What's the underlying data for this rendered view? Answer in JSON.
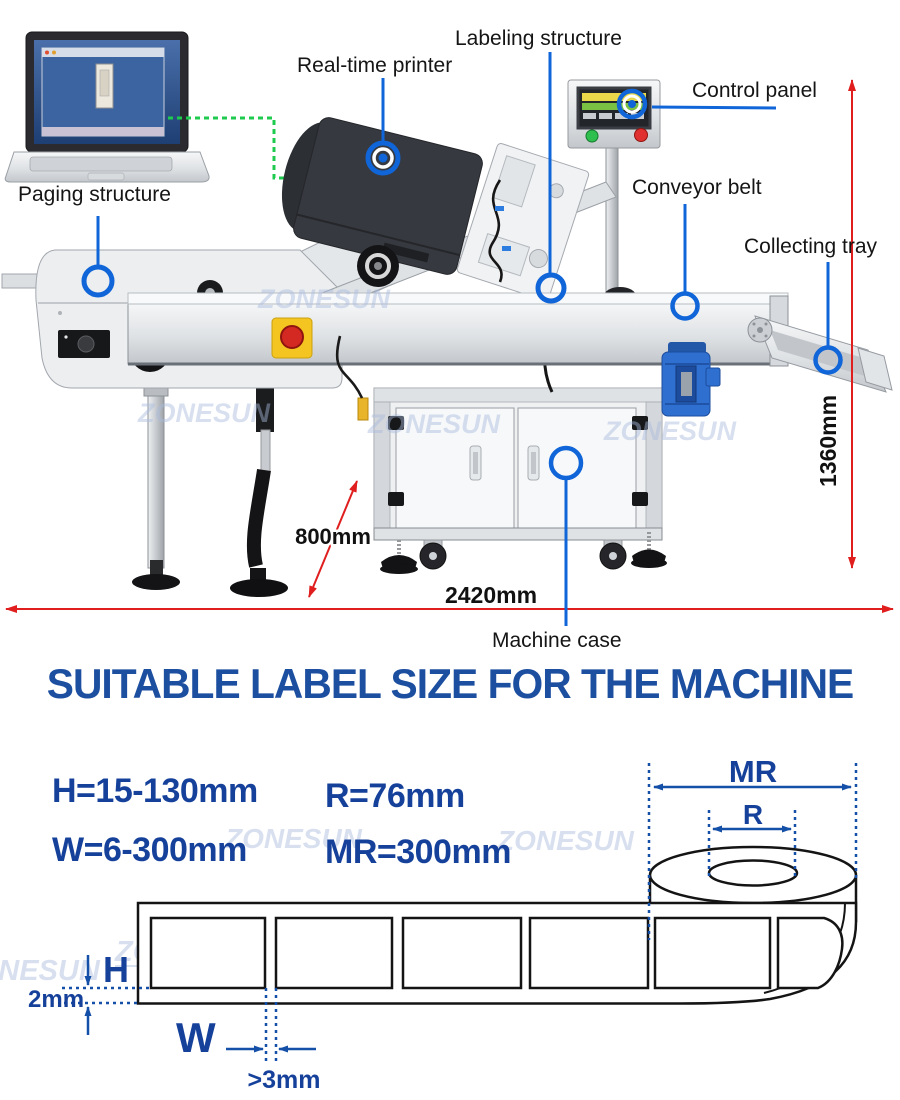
{
  "brand_watermark": "ZONESUN",
  "machine_callouts": {
    "paging": "Paging structure",
    "printer": "Real-time printer",
    "labeling": "Labeling structure",
    "control": "Control panel",
    "conveyor": "Conveyor belt",
    "tray": "Collecting tray",
    "case": "Machine case"
  },
  "dimensions": {
    "machine_height": "1360mm",
    "machine_length": "2420mm",
    "case_height": "800mm"
  },
  "label_size_section": {
    "title": "SUITABLE LABEL SIZE FOR THE MACHINE",
    "specs": {
      "h": "H=15-130mm",
      "w": "W=6-300mm",
      "r": "R=76mm",
      "mr": "MR=300mm"
    },
    "diagram": {
      "mr": "MR",
      "r": "R",
      "h": "H",
      "w": "W",
      "edge_margin": "2mm",
      "min_gap": ">3mm"
    }
  },
  "colors": {
    "accent_blue": "#1065d8",
    "heading_blue": "#1d4fa0",
    "spec_blue": "#16419b",
    "dimension_red": "#e01e1e",
    "connector_green": "#1ecb4f",
    "watermark_blue": "#a9bcdf"
  }
}
